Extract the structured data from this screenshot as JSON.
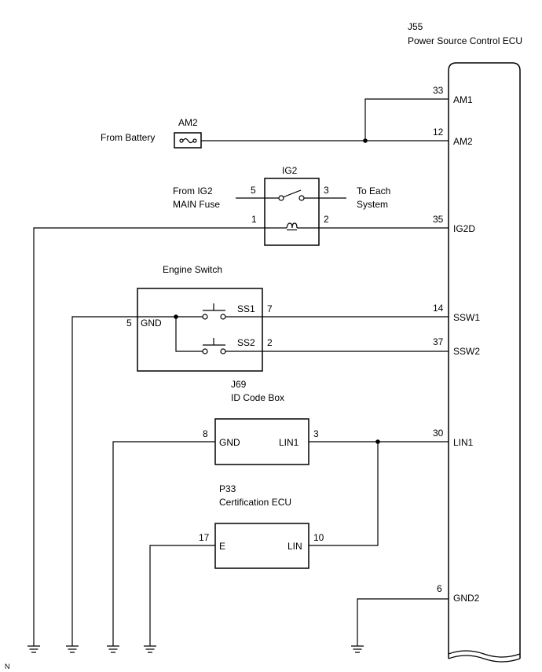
{
  "ecu": {
    "code": "J55",
    "name": "Power Source Control ECU",
    "terminals": [
      {
        "pin": "33",
        "name": "AM1"
      },
      {
        "pin": "12",
        "name": "AM2"
      },
      {
        "pin": "35",
        "name": "IG2D"
      },
      {
        "pin": "14",
        "name": "SSW1"
      },
      {
        "pin": "37",
        "name": "SSW2"
      },
      {
        "pin": "30",
        "name": "LIN1"
      },
      {
        "pin": "6",
        "name": "GND2"
      }
    ]
  },
  "fuse": {
    "name": "AM2",
    "source_label": "From Battery"
  },
  "relay": {
    "name": "IG2",
    "left_label_line1": "From IG2",
    "left_label_line2": "MAIN Fuse",
    "right_label_line1": "To Each",
    "right_label_line2": "System",
    "pins": {
      "in": "5",
      "out": "3",
      "coil_a": "1",
      "coil_b": "2"
    }
  },
  "engine_switch": {
    "title": "Engine Switch",
    "gnd_pin": "5",
    "gnd_label": "GND",
    "ss1_label": "SS1",
    "ss1_pin": "7",
    "ss2_label": "SS2",
    "ss2_pin": "2"
  },
  "id_code_box": {
    "code": "J69",
    "name": "ID Code Box",
    "gnd_pin": "8",
    "gnd_label": "GND",
    "lin_label": "LIN1",
    "lin_pin": "3"
  },
  "cert_ecu": {
    "code": "P33",
    "name": "Certification ECU",
    "e_pin": "17",
    "e_label": "E",
    "lin_label": "LIN",
    "lin_pin": "10"
  },
  "corner_mark": "N"
}
